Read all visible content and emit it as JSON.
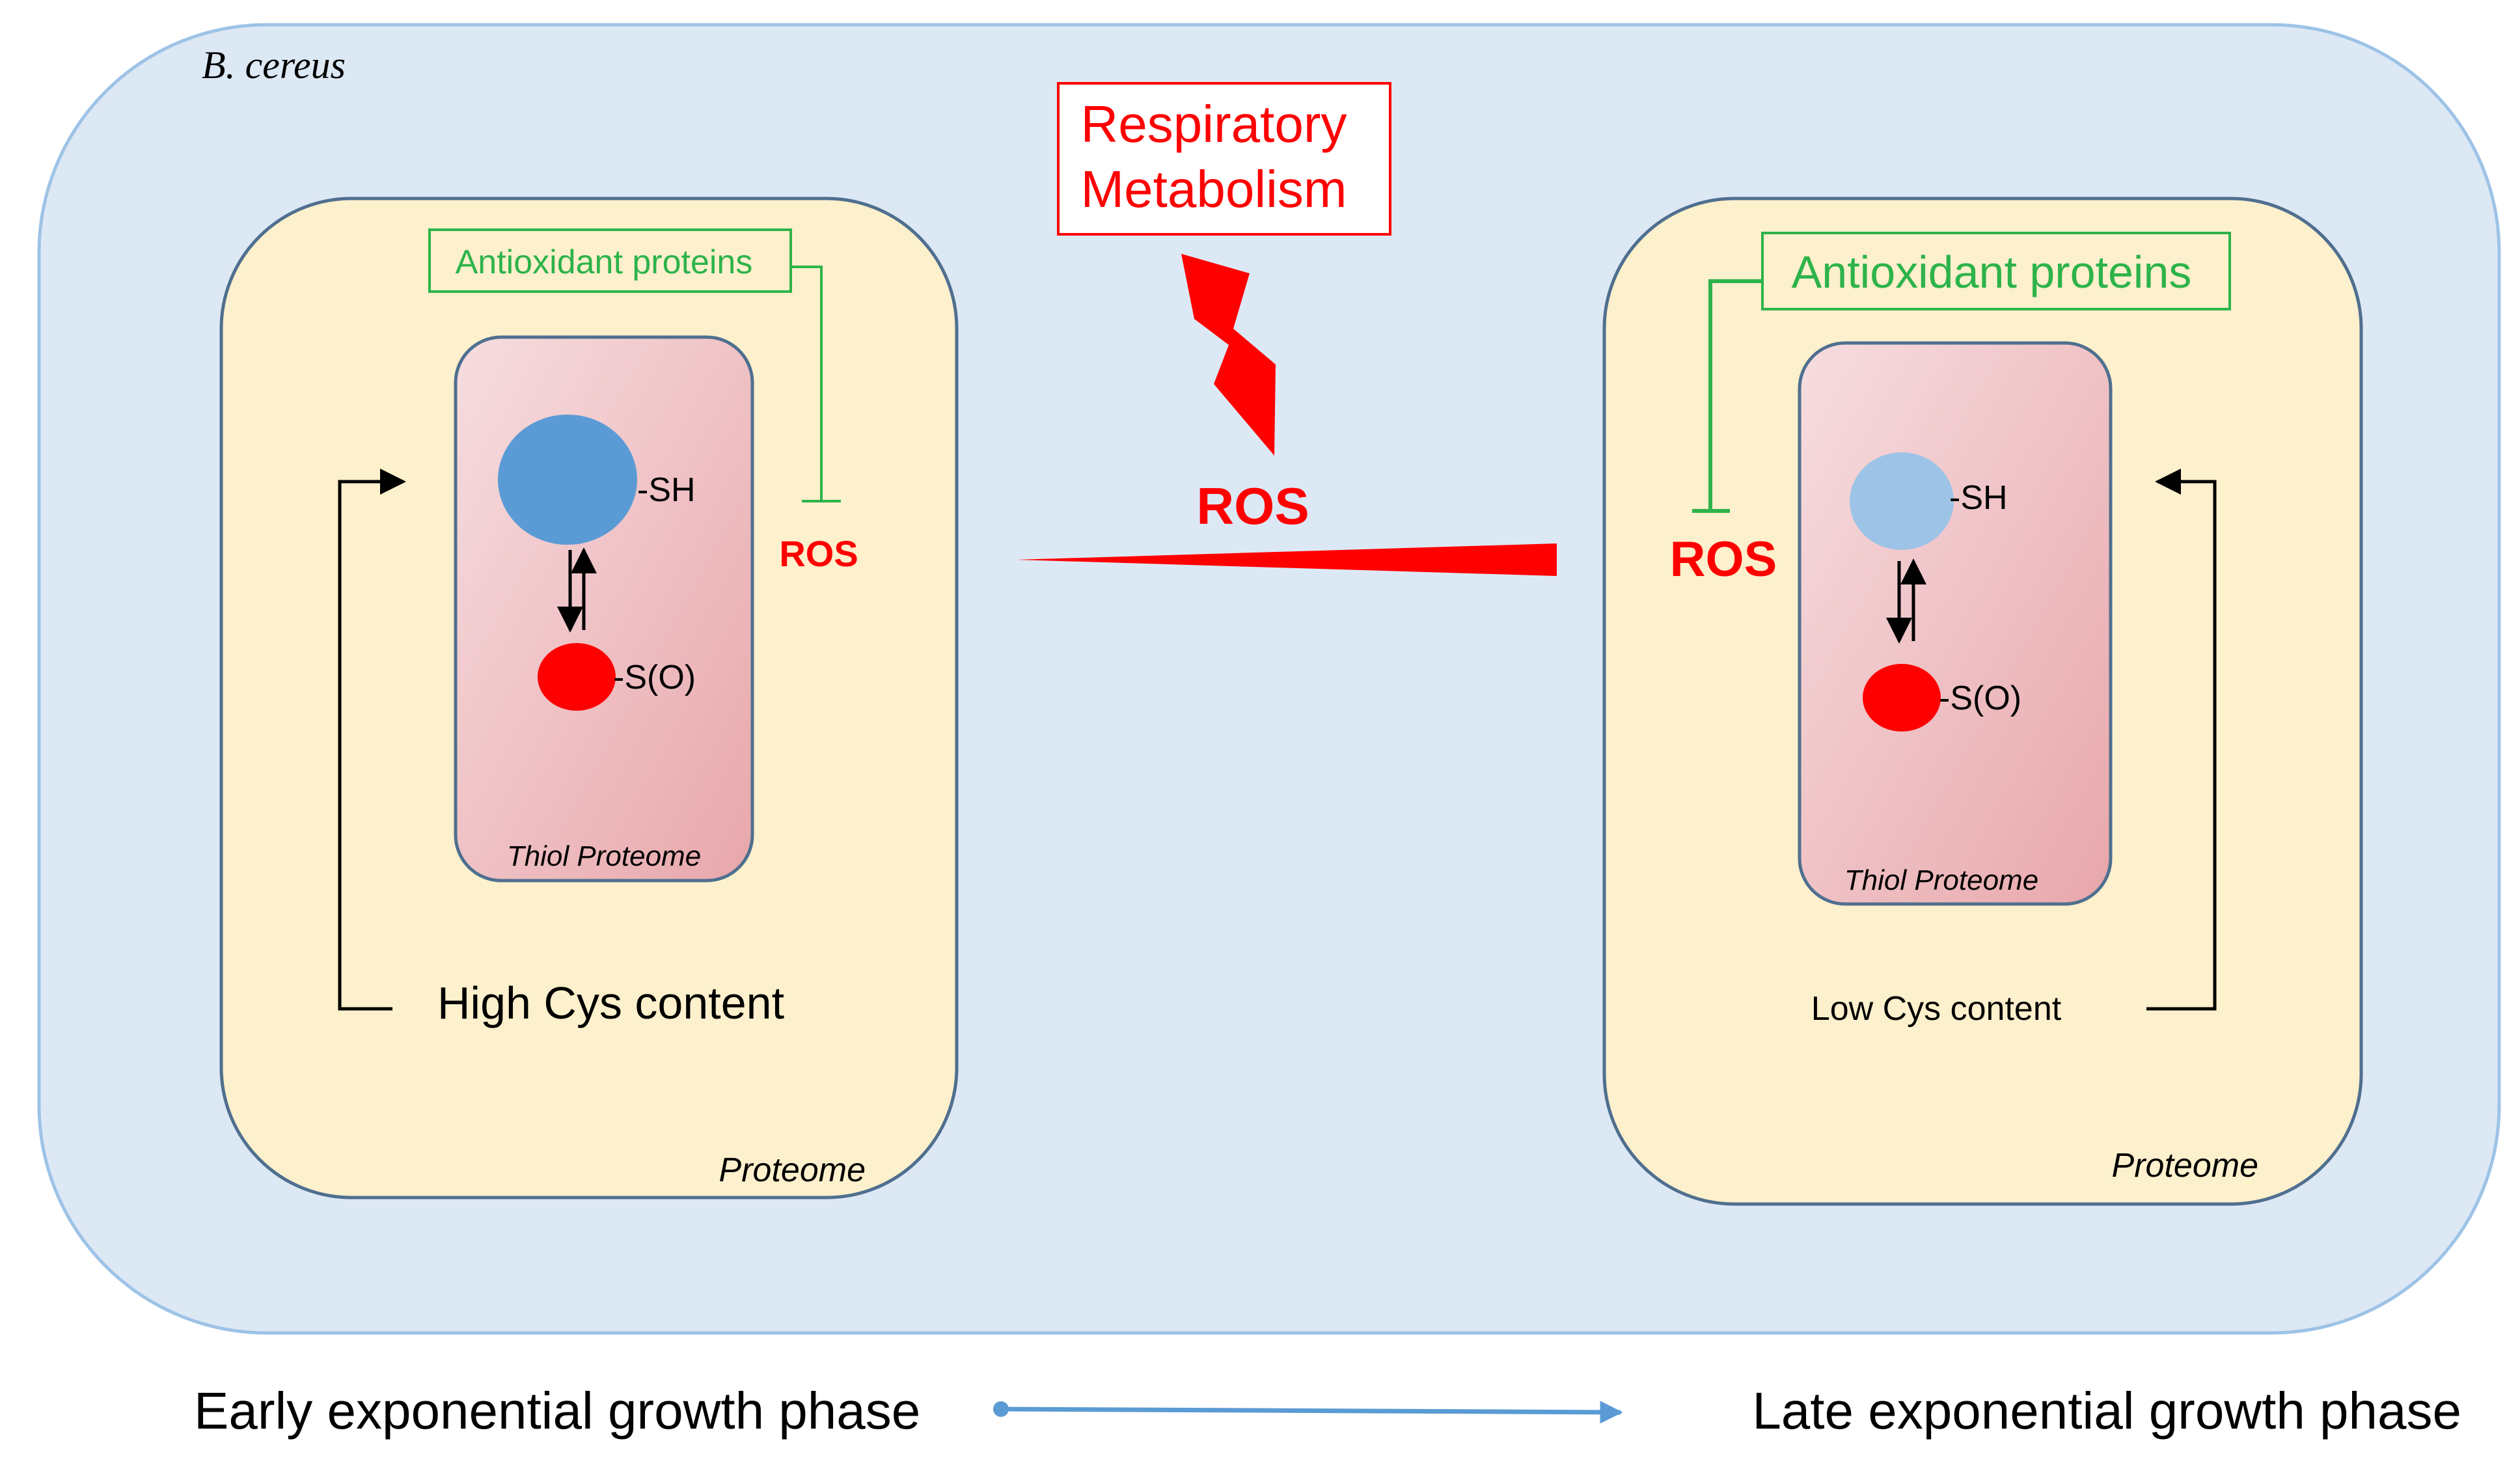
{
  "organism_label": "B. cereus",
  "respiratory_box": {
    "line1": "Respiratory",
    "line2": "Metabolism"
  },
  "center_ros_label": "ROS",
  "left_panel": {
    "antioxidant_label": "Antioxidant proteins",
    "ros_label": "ROS",
    "sh_label": "-SH",
    "so_label": "-S(O)",
    "thiol_label": "Thiol Proteome",
    "cys_label": "High Cys content",
    "proteome_label": "Proteome"
  },
  "right_panel": {
    "antioxidant_label": "Antioxidant proteins",
    "ros_label": "ROS",
    "sh_label": "-SH",
    "so_label": "-S(O)",
    "thiol_label": "Thiol Proteome",
    "cys_label": "Low Cys content",
    "proteome_label": "Proteome"
  },
  "timeline": {
    "start_label": "Early exponential growth phase",
    "end_label": "Late exponential growth phase"
  },
  "colors": {
    "cell_fill": "#dde8f5",
    "cell_stroke": "#9dc3e6",
    "proteome_fill": "#fdf0cc",
    "proteome_stroke": "#4f6f8f",
    "thiol_fill": "#f0c4c7",
    "antioxidant_green": "#2db34a",
    "ros_red": "#ff0000",
    "sh_dark_blue": "#5b9bd5",
    "sh_light_blue": "#9dc3e6",
    "timeline_blue": "#5b9bd5"
  }
}
